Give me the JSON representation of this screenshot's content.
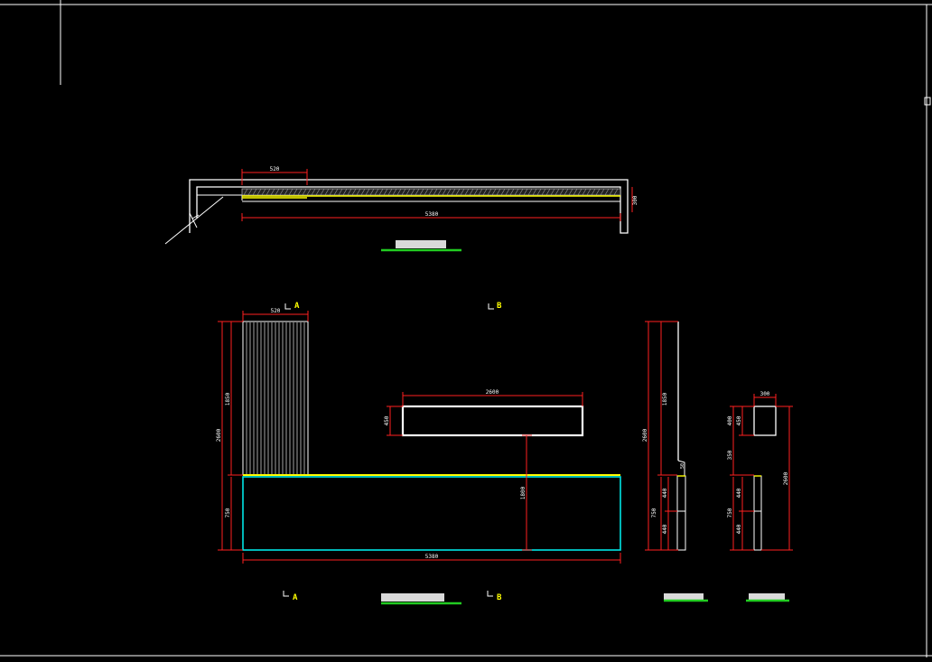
{
  "drawing": {
    "plan_dims": {
      "top_segment": "520",
      "overall_length": "5380",
      "depth": "300"
    },
    "elevation_dims": {
      "panel_width": "520",
      "total_height": "2600",
      "upper_height": "1850",
      "lower_height": "750",
      "shelf_width": "2600",
      "shelf_height": "450",
      "overall_length": "5380",
      "center_mark": "1800"
    },
    "section_a_dims": {
      "upper": "1850",
      "total": "2600",
      "lower": "750",
      "d1": "440",
      "d2": "440",
      "small": "50"
    },
    "section_b_dims": {
      "width": "300",
      "d_top": "400",
      "d_top2": "450",
      "mid": "350",
      "total": "2600",
      "lower": "750",
      "d1": "440",
      "d2": "440"
    },
    "section_markers": {
      "a": "A",
      "b": "B"
    }
  },
  "colors": {
    "background": "#000000",
    "frame": "#ffffff",
    "dimension": "#ff2020",
    "accent_yellow": "#ffff00",
    "accent_cyan": "#00e5e5",
    "title_underline": "#22cc22"
  }
}
